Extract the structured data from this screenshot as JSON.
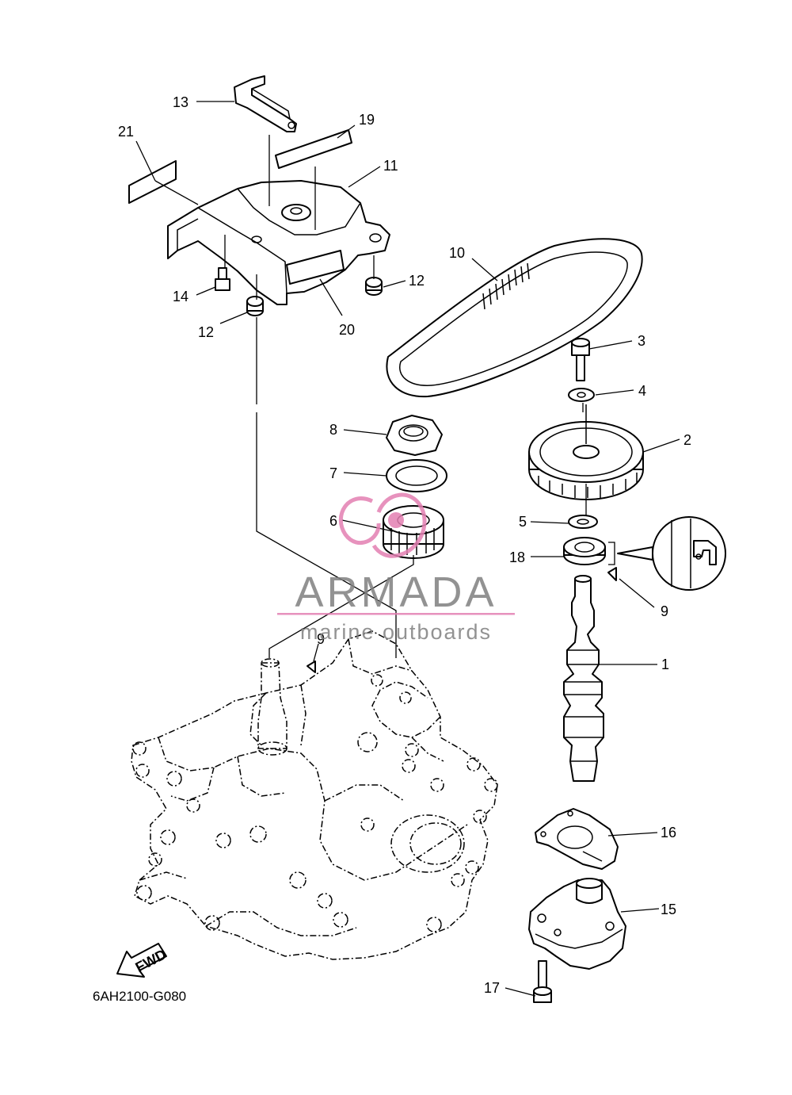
{
  "diagram": {
    "code": "6AH2100-G080",
    "fwd_label": "FWD",
    "watermark": {
      "brand": "ARMADA",
      "tagline": "marine outboards",
      "accent_color": "#e37fb2",
      "text_color": "#808080"
    },
    "callouts": [
      {
        "id": "1",
        "text": "1"
      },
      {
        "id": "2",
        "text": "2"
      },
      {
        "id": "3",
        "text": "3"
      },
      {
        "id": "4",
        "text": "4"
      },
      {
        "id": "5",
        "text": "5"
      },
      {
        "id": "6",
        "text": "6"
      },
      {
        "id": "7",
        "text": "7"
      },
      {
        "id": "8",
        "text": "8"
      },
      {
        "id": "9a",
        "text": "9"
      },
      {
        "id": "9b",
        "text": "9"
      },
      {
        "id": "10",
        "text": "10"
      },
      {
        "id": "11",
        "text": "11"
      },
      {
        "id": "12a",
        "text": "12"
      },
      {
        "id": "12b",
        "text": "12"
      },
      {
        "id": "13",
        "text": "13"
      },
      {
        "id": "14",
        "text": "14"
      },
      {
        "id": "15",
        "text": "15"
      },
      {
        "id": "16",
        "text": "16"
      },
      {
        "id": "17",
        "text": "17"
      },
      {
        "id": "18",
        "text": "18"
      },
      {
        "id": "19",
        "text": "19"
      },
      {
        "id": "20",
        "text": "20"
      },
      {
        "id": "21",
        "text": "21"
      }
    ]
  }
}
